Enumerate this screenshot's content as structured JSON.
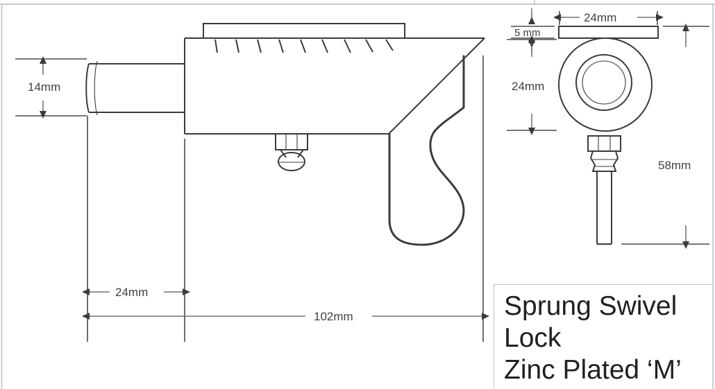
{
  "drawing": {
    "title_block": {
      "lines": [
        "Sprung Swivel",
        "Lock",
        "Zinc Plated ‘M’"
      ]
    },
    "dimensions": {
      "body_height": "14mm",
      "nose_length": "24mm",
      "overall_length": "102mm",
      "plate_thickness": "5 mm",
      "plate_width": "24mm",
      "eye_diameter": "24mm",
      "overall_drop": "58mm"
    },
    "views": {
      "side_view_name": "side-elevation",
      "end_view_name": "end-elevation"
    },
    "colors": {
      "line": "#3b3a3c",
      "text": "#231f20",
      "dimension_text": "#403f41",
      "border": "#b9b9bb"
    }
  }
}
